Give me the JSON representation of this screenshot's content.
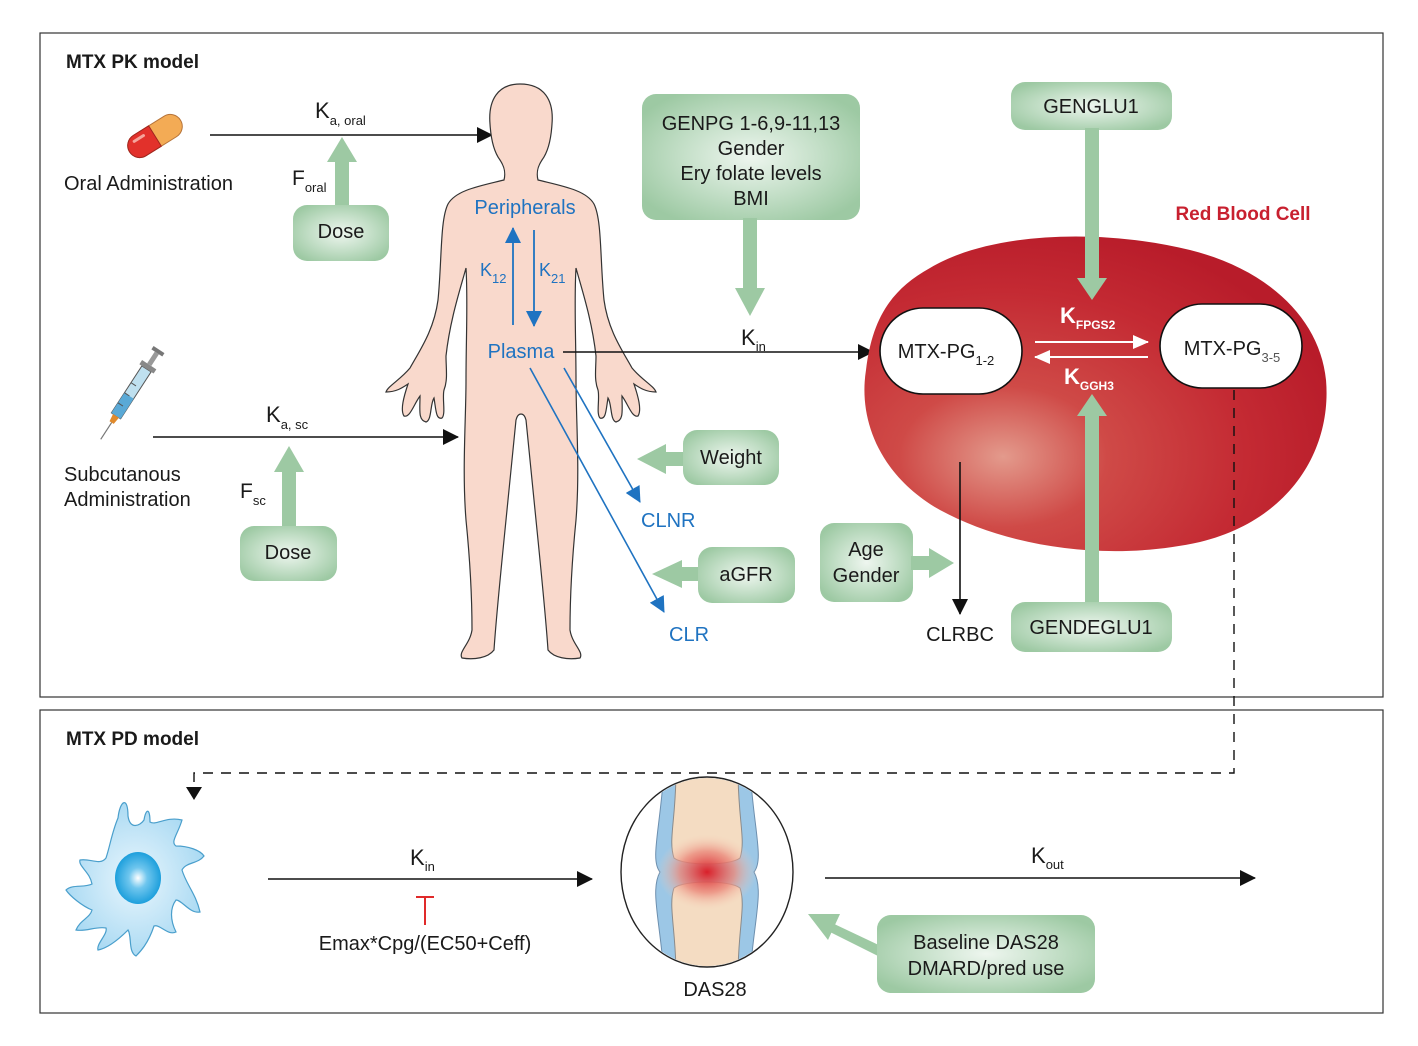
{
  "colors": {
    "green_box": "#9dc9a3",
    "green_box_center": "#e9f3ea",
    "blue_text": "#1f73c1",
    "rbc_red": "#c8202f",
    "body_skin": "#f9d9cc",
    "inhibition_red": "#e02a2a"
  },
  "pk_panel": {
    "title": "MTX PK model",
    "oral": {
      "icon": "capsule-icon",
      "label": "Oral Administration",
      "rate": {
        "main": "K",
        "sub": "a, oral"
      },
      "bioavailability": {
        "main": "F",
        "sub": "oral"
      },
      "dose_label": "Dose"
    },
    "subcutaneous": {
      "icon": "syringe-icon",
      "label_lines": [
        "Subcutanous",
        "Administration"
      ],
      "rate": {
        "main": "K",
        "sub": "a, sc"
      },
      "bioavailability": {
        "main": "F",
        "sub": "sc"
      },
      "dose_label": "Dose"
    },
    "body": {
      "icon": "human-body-icon",
      "peripherals": "Peripherals",
      "plasma": "Plasma",
      "k12": {
        "main": "K",
        "sub": "12"
      },
      "k21": {
        "main": "K",
        "sub": "21"
      },
      "clnr": "CLNR",
      "clr": "CLR",
      "weight_label": "Weight",
      "agfr_label": "aGFR"
    },
    "covariates_kin": {
      "lines": [
        "GENPG 1-6,9-11,13",
        "Gender",
        "Ery folate levels",
        "BMI"
      ],
      "rate": {
        "main": "K",
        "sub": "in"
      }
    },
    "rbc": {
      "title": "Red Blood Cell",
      "pg12": {
        "main": "MTX-PG",
        "sub": "1-2"
      },
      "pg35": {
        "main": "MTX-PG",
        "sub": "3-5"
      },
      "kfpgs2": {
        "main": "K",
        "sub": "FPGS2"
      },
      "kggh3": {
        "main": "K",
        "sub": "GGH3"
      },
      "genglu1": "GENGLU1",
      "gendeglu1": "GENDEGLU1",
      "age_gender_lines": [
        "Age",
        "Gender"
      ],
      "clrbc": "CLRBC"
    }
  },
  "pd_panel": {
    "title": "MTX PD model",
    "cell_icon": "immune-cell-icon",
    "kin": {
      "main": "K",
      "sub": "in"
    },
    "inhibition_formula": "Emax*Cpg/(EC50+Ceff)",
    "joint_icon": "inflamed-joint-icon",
    "das28": "DAS28",
    "kout": {
      "main": "K",
      "sub": "out"
    },
    "covariates_lines": [
      "Baseline DAS28",
      "DMARD/pred use"
    ]
  }
}
